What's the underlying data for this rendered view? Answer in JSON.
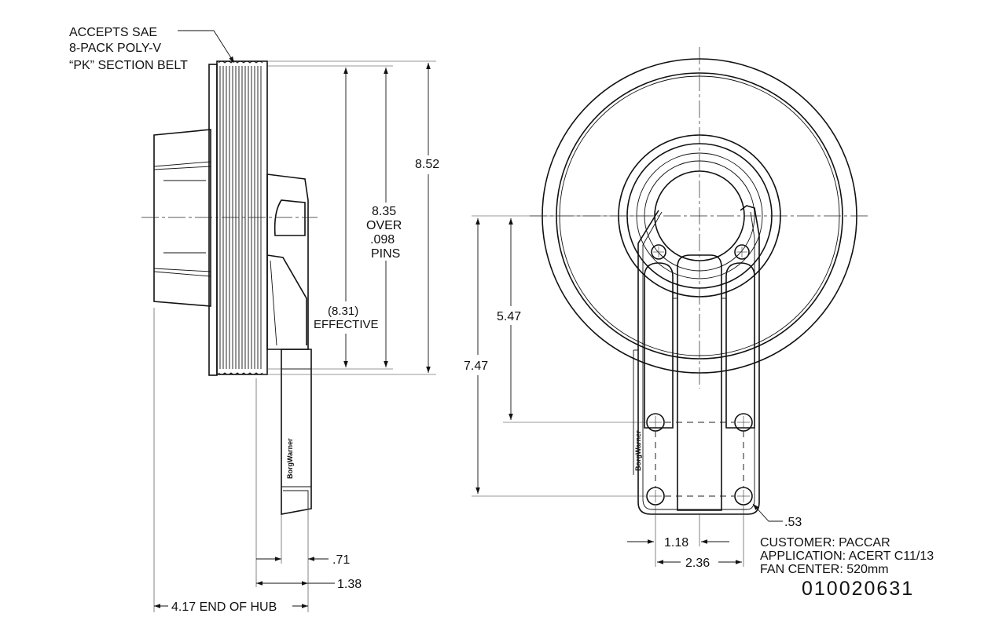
{
  "callout": {
    "line1": "ACCEPTS SAE",
    "line2": "8-PACK POLY-V",
    "line3": "“PK” SECTION BELT"
  },
  "side_view": {
    "dim_overall_diameter": "8.52",
    "dim_over_pins": {
      "value": "8.35",
      "line2": "OVER",
      "line3": ".098",
      "line4": "PINS"
    },
    "dim_effective": {
      "value": "(8.31)",
      "label": "EFFECTIVE"
    },
    "dim_071": ".71",
    "dim_138": "1.38",
    "dim_end_of_hub": "4.17 END OF HUB",
    "brand_text": "BorgWarner"
  },
  "front_view": {
    "dim_547": "5.47",
    "dim_747": "7.47",
    "dim_118": "1.18",
    "dim_236": "2.36",
    "dim_053": ".53",
    "brand_text": "BorgWarner"
  },
  "title_block": {
    "customer": "CUSTOMER:  PACCAR",
    "application": "APPLICATION:  ACERT C11/13",
    "fan_center": "FAN CENTER:  520mm",
    "part_number": "010020631"
  }
}
